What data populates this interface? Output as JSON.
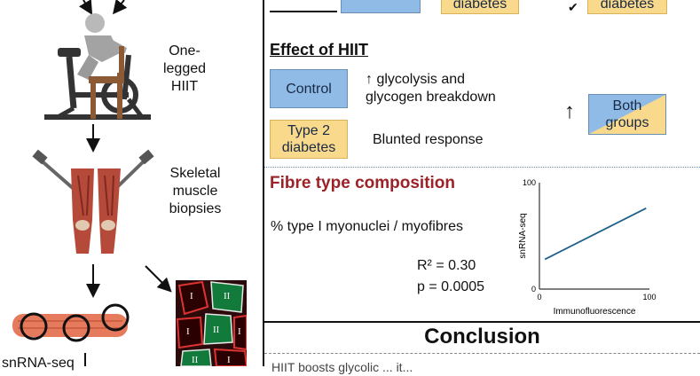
{
  "left": {
    "hiit_label": [
      "One-legged",
      "HIIT"
    ],
    "biopsy_label": [
      "Skeletal",
      "muscle",
      "biopsies"
    ],
    "snrna_label": "snRNA-seq",
    "roman_numerals": [
      "I",
      "II",
      "I",
      "II",
      "I",
      "II",
      "I"
    ]
  },
  "top": {
    "diabetes_label_1": "diabetes",
    "diabetes_label_2": "diabetes"
  },
  "hiit_effect": {
    "title": "Effect of HIIT",
    "control_label": "Control",
    "control_text": [
      "↑ glycolysis and",
      "glycogen breakdown"
    ],
    "t2d_label": [
      "Type 2",
      "diabetes"
    ],
    "t2d_text": "Blunted response",
    "arrow": "↑",
    "both_groups": "Both groups"
  },
  "fibre": {
    "title": "Fibre type composition",
    "subtitle": "% type I myonuclei / myofibres",
    "r2": "R² = 0.30",
    "p": "p = 0.0005"
  },
  "chart_data": {
    "type": "line",
    "title": "",
    "xlabel": "Immunofluorescence",
    "ylabel": "snRNA-seq",
    "xlim": [
      0,
      100
    ],
    "ylim": [
      0,
      100
    ],
    "x_ticks": [
      "0",
      "100"
    ],
    "y_ticks": [
      "0",
      "100"
    ],
    "series": [
      {
        "x": [
          5,
          97
        ],
        "y": [
          28,
          76
        ]
      }
    ],
    "colors": {
      "line": "#1f5f8b"
    }
  },
  "conclusion": {
    "title": "Conclusion",
    "partial_text": "HIIT boosts glycolic ... it..."
  }
}
